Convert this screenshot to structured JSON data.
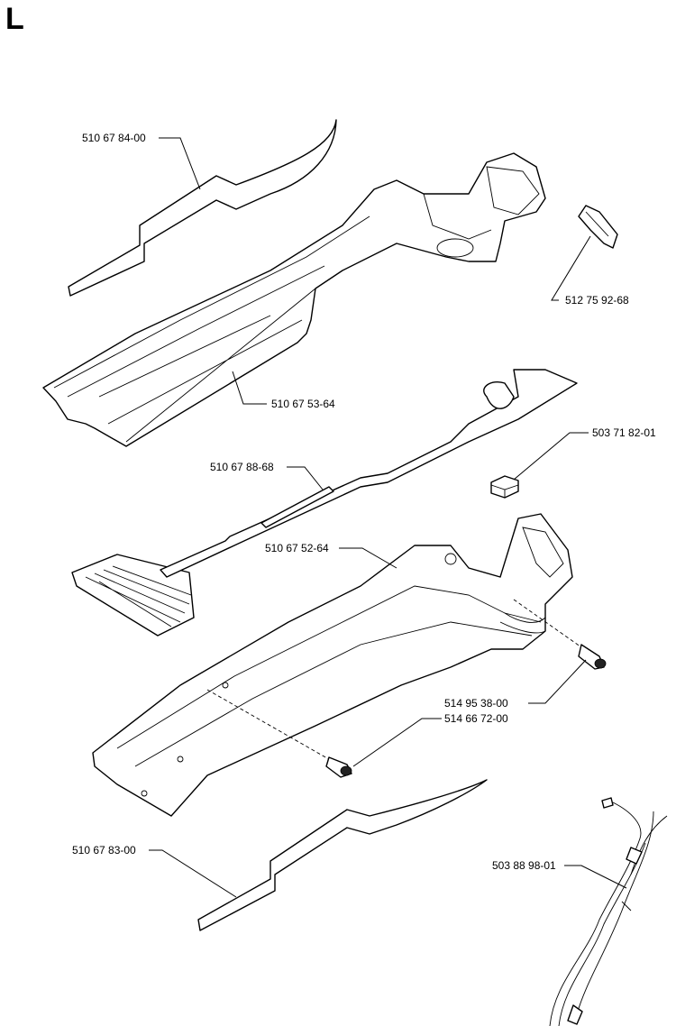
{
  "section": "L",
  "parts": [
    {
      "id": "p1",
      "number": "510 67 84-00"
    },
    {
      "id": "p2",
      "number": "512 75 92-68"
    },
    {
      "id": "p3",
      "number": "510 67 53-64"
    },
    {
      "id": "p4",
      "number": "503 71 82-01"
    },
    {
      "id": "p5",
      "number": "510 67 88-68"
    },
    {
      "id": "p6",
      "number": "510 67 52-64"
    },
    {
      "id": "p7",
      "number": "514 95 38-00"
    },
    {
      "id": "p8",
      "number": "514 66 72-00"
    },
    {
      "id": "p9",
      "number": "510 67 83-00"
    },
    {
      "id": "p10",
      "number": "503 88 98-01"
    }
  ]
}
